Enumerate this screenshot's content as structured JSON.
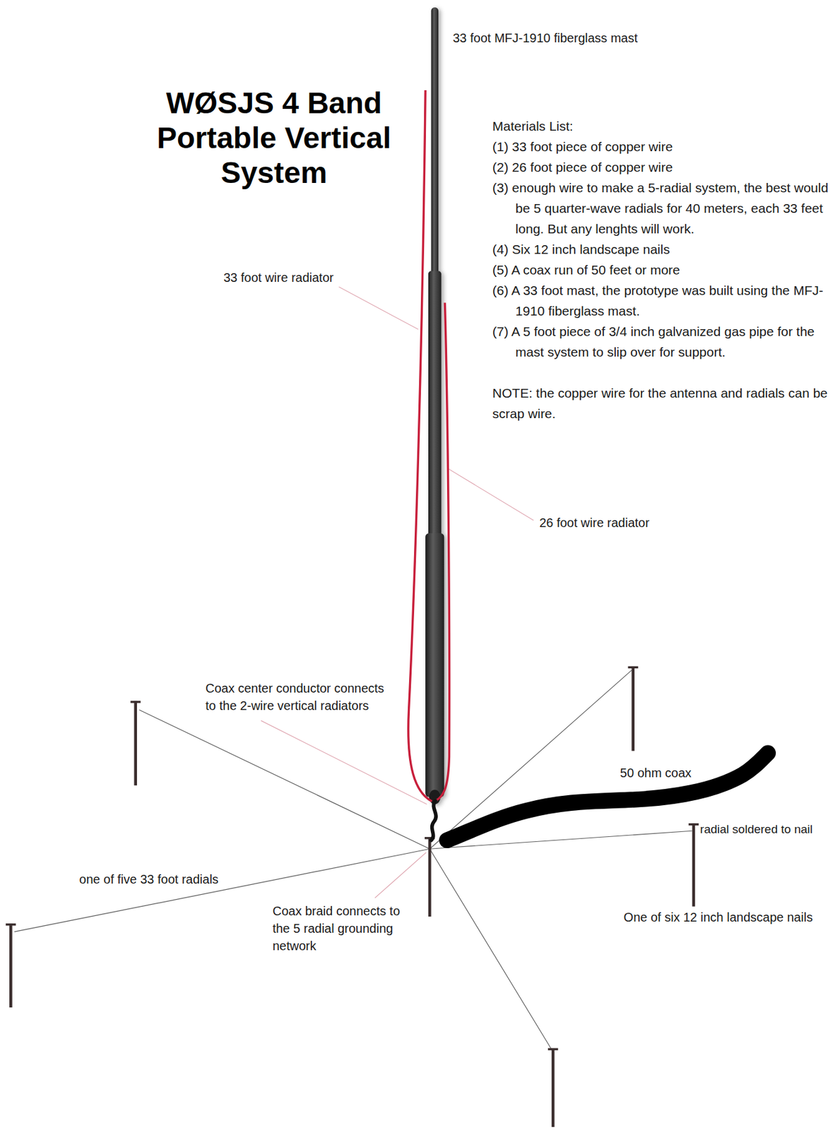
{
  "diagram": {
    "title": "WØSJS 4 Band Portable Vertical System",
    "labels": [
      "33 foot MFJ-1910 fiberglass mast",
      "Materials List:",
      "(1) 33 foot piece of copper wire",
      "(2) 26 foot piece of copper wire",
      "(3) enough wire to make a 5-radial system, the best would be 5 quarter-wave radials for 40 meters, each 33 feet long. But any lenghts will work.",
      "(4) Six 12 inch landscape nails",
      "(5) A coax run of 50 feet or more",
      "(6) A 33 foot mast, the prototype was built using the MFJ-1910 fiberglass mast.",
      "(7) A 5 foot piece of 3/4 inch galvanized gas pipe for the mast system to slip over for support.",
      "NOTE: the copper wire for the antenna and radials can be scrap wire.",
      "33 foot wire radiator",
      "26 foot wire radiator",
      "Coax center conductor connects to the 2-wire vertical radiators",
      "50 ohm coax",
      "radial soldered to nail",
      "one of five 33 foot radials",
      "Coax braid connects to the 5 radial grounding network",
      "One of six 12 inch landscape nails"
    ]
  }
}
